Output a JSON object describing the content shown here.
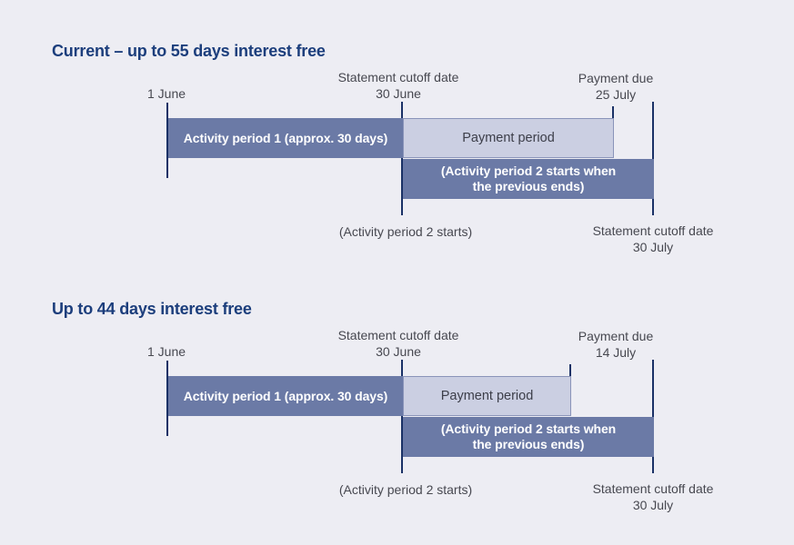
{
  "page": {
    "background": "#EDEDF3"
  },
  "colors": {
    "bg": "#EDEDF3",
    "title_navy": "#1C3E7C",
    "tick_navy": "#1A3166",
    "activity_blue": "#6B7AA6",
    "payment_fill": "#CBCFE2",
    "payment_border": "#8A94B9",
    "label_gray": "#474850",
    "bar_text": "#FFFFFF"
  },
  "diagrams": [
    {
      "title": "Current – up to 55 days interest free",
      "start_date": "1 June",
      "statement_cutoff_1": {
        "line1": "Statement cutoff date",
        "line2": "30 June"
      },
      "payment_due": {
        "line1": "Payment due",
        "line2": "25 July"
      },
      "activity_period_1": "Activity period 1 (approx. 30 days)",
      "payment_period": "Payment period",
      "activity_period_2": {
        "line1": "(Activity period 2 starts when",
        "line2": "the previous ends)"
      },
      "activity_period_2_start": "(Activity period 2 starts)",
      "statement_cutoff_2": {
        "line1": "Statement cutoff date",
        "line2": "30 July"
      }
    },
    {
      "title": "Up to 44 days interest free",
      "start_date": "1 June",
      "statement_cutoff_1": {
        "line1": "Statement cutoff date",
        "line2": "30 June"
      },
      "payment_due": {
        "line1": "Payment due",
        "line2": "14 July"
      },
      "activity_period_1": "Activity period 1 (approx. 30 days)",
      "payment_period": "Payment period",
      "activity_period_2": {
        "line1": "(Activity period 2 starts when",
        "line2": "the previous ends)"
      },
      "activity_period_2_start": "(Activity period 2 starts)",
      "statement_cutoff_2": {
        "line1": "Statement cutoff date",
        "line2": "30 July"
      }
    }
  ]
}
